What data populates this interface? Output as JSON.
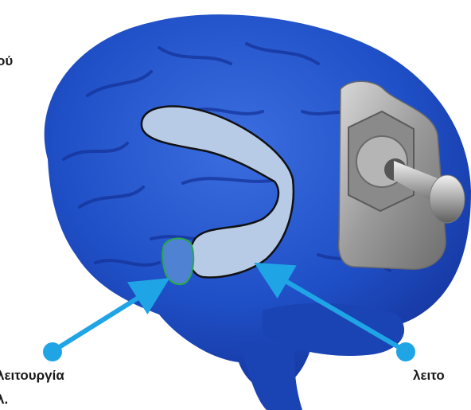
{
  "labels": {
    "top_left": "ού",
    "bottom_left": "λειτουργία",
    "bottom_left_cut": "λ.",
    "bottom_right": "λειτο"
  },
  "colors": {
    "brain": "#1f4fc6",
    "brain_dark": "#15339a",
    "brain_light": "#3b6ee0",
    "hippocampus": "#b8cbe6",
    "amygdala": "#4f82d2",
    "amygdala_border": "#29a84a",
    "arrow": "#1fa5e6",
    "switch_plate": "#9a9a9a",
    "switch_metal": "#c9c9c9"
  },
  "icons": {
    "brain": "brain-illustration",
    "switch": "toggle-switch-icon"
  }
}
